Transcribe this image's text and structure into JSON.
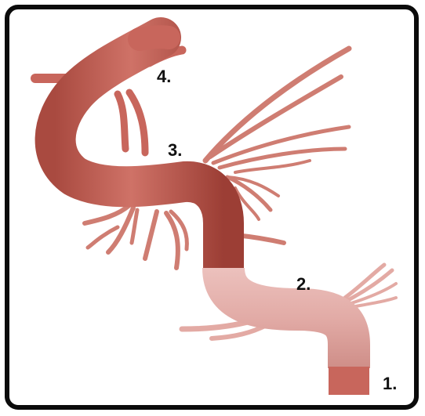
{
  "diagram": {
    "labels": {
      "segment1": "1.",
      "segment2": "2.",
      "segment3": "3.",
      "segment4": "4."
    },
    "colors": {
      "frame_stroke": "#0b0b0b",
      "background": "#ffffff",
      "vessel_main": "#c8665c",
      "vessel_light": "#e0a8a4",
      "vessel_lighter": "#e9bcb8",
      "vessel_dark": "#9e3f36",
      "branch": "#cf7d72",
      "branch_light": "#e3aaa4"
    }
  }
}
